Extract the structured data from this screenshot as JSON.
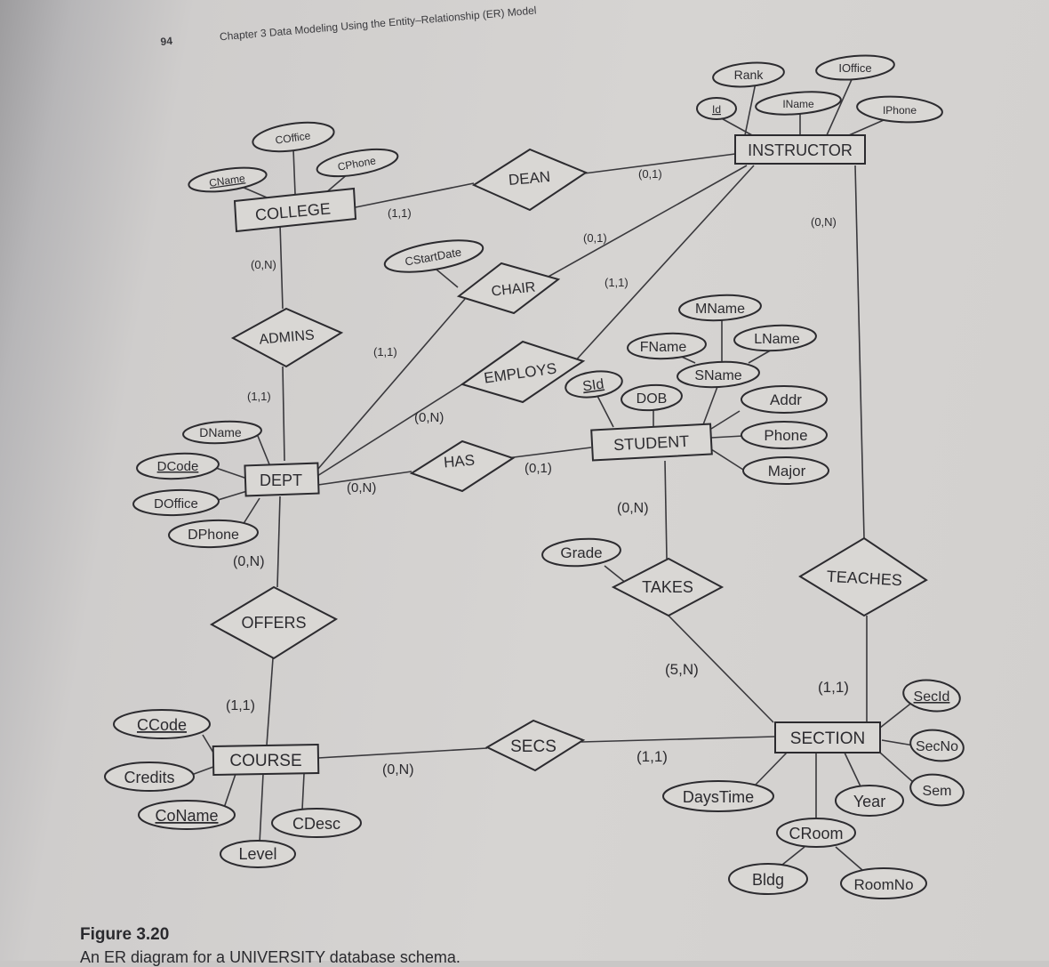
{
  "header": {
    "page_number": "94",
    "chapter_title": "Chapter 3  Data Modeling Using the Entity–Relationship (ER) Model"
  },
  "entities": {
    "college": "COLLEGE",
    "instructor": "INSTRUCTOR",
    "dept": "DEPT",
    "student": "STUDENT",
    "course": "COURSE",
    "section": "SECTION"
  },
  "relationships": {
    "dean": "DEAN",
    "chair": "CHAIR",
    "admins": "ADMINS",
    "employs": "EMPLOYS",
    "has": "HAS",
    "offers": "OFFERS",
    "takes": "TAKES",
    "teaches": "TEACHES",
    "secs": "SECS"
  },
  "attributes": {
    "coffice": "COffice",
    "cname": "CName",
    "cphone": "CPhone",
    "cstartdate": "CStartDate",
    "rank": "Rank",
    "ioffice": "IOffice",
    "id": "Id",
    "iname": "IName",
    "iphone": "IPhone",
    "mname": "MName",
    "fname": "FName",
    "lname": "LName",
    "sname": "SName",
    "sid": "SId",
    "dob": "DOB",
    "addr": "Addr",
    "phone": "Phone",
    "major": "Major",
    "dname": "DName",
    "dcode": "DCode",
    "doffice": "DOffice",
    "dphone": "DPhone",
    "grade": "Grade",
    "ccode": "CCode",
    "credits": "Credits",
    "coname": "CoName",
    "cdesc": "CDesc",
    "level": "Level",
    "secid": "SecId",
    "secno": "SecNo",
    "sem": "Sem",
    "year": "Year",
    "daystime": "DaysTime",
    "croom": "CRoom",
    "bldg": "Bldg",
    "roomno": "RoomNo"
  },
  "cardinalities": {
    "college_dean": "(1,1)",
    "instructor_dean": "(0,1)",
    "instructor_chair": "(0,1)",
    "instructor_employs": "(1,1)",
    "instructor_teaches": "(0,N)",
    "college_admins": "(0,N)",
    "dept_admins": "(1,1)",
    "dept_chair": "(1,1)",
    "dept_employs": "(0,N)",
    "dept_has": "(0,N)",
    "student_has": "(0,1)",
    "student_takes": "(0,N)",
    "dept_offers": "(0,N)",
    "course_offers": "(1,1)",
    "section_takes": "(5,N)",
    "section_teaches": "(1,1)",
    "course_secs": "(0,N)",
    "section_secs": "(1,1)"
  },
  "caption": {
    "figure": "Figure 3.20",
    "text": "An ER diagram for a UNIVERSITY database schema."
  }
}
